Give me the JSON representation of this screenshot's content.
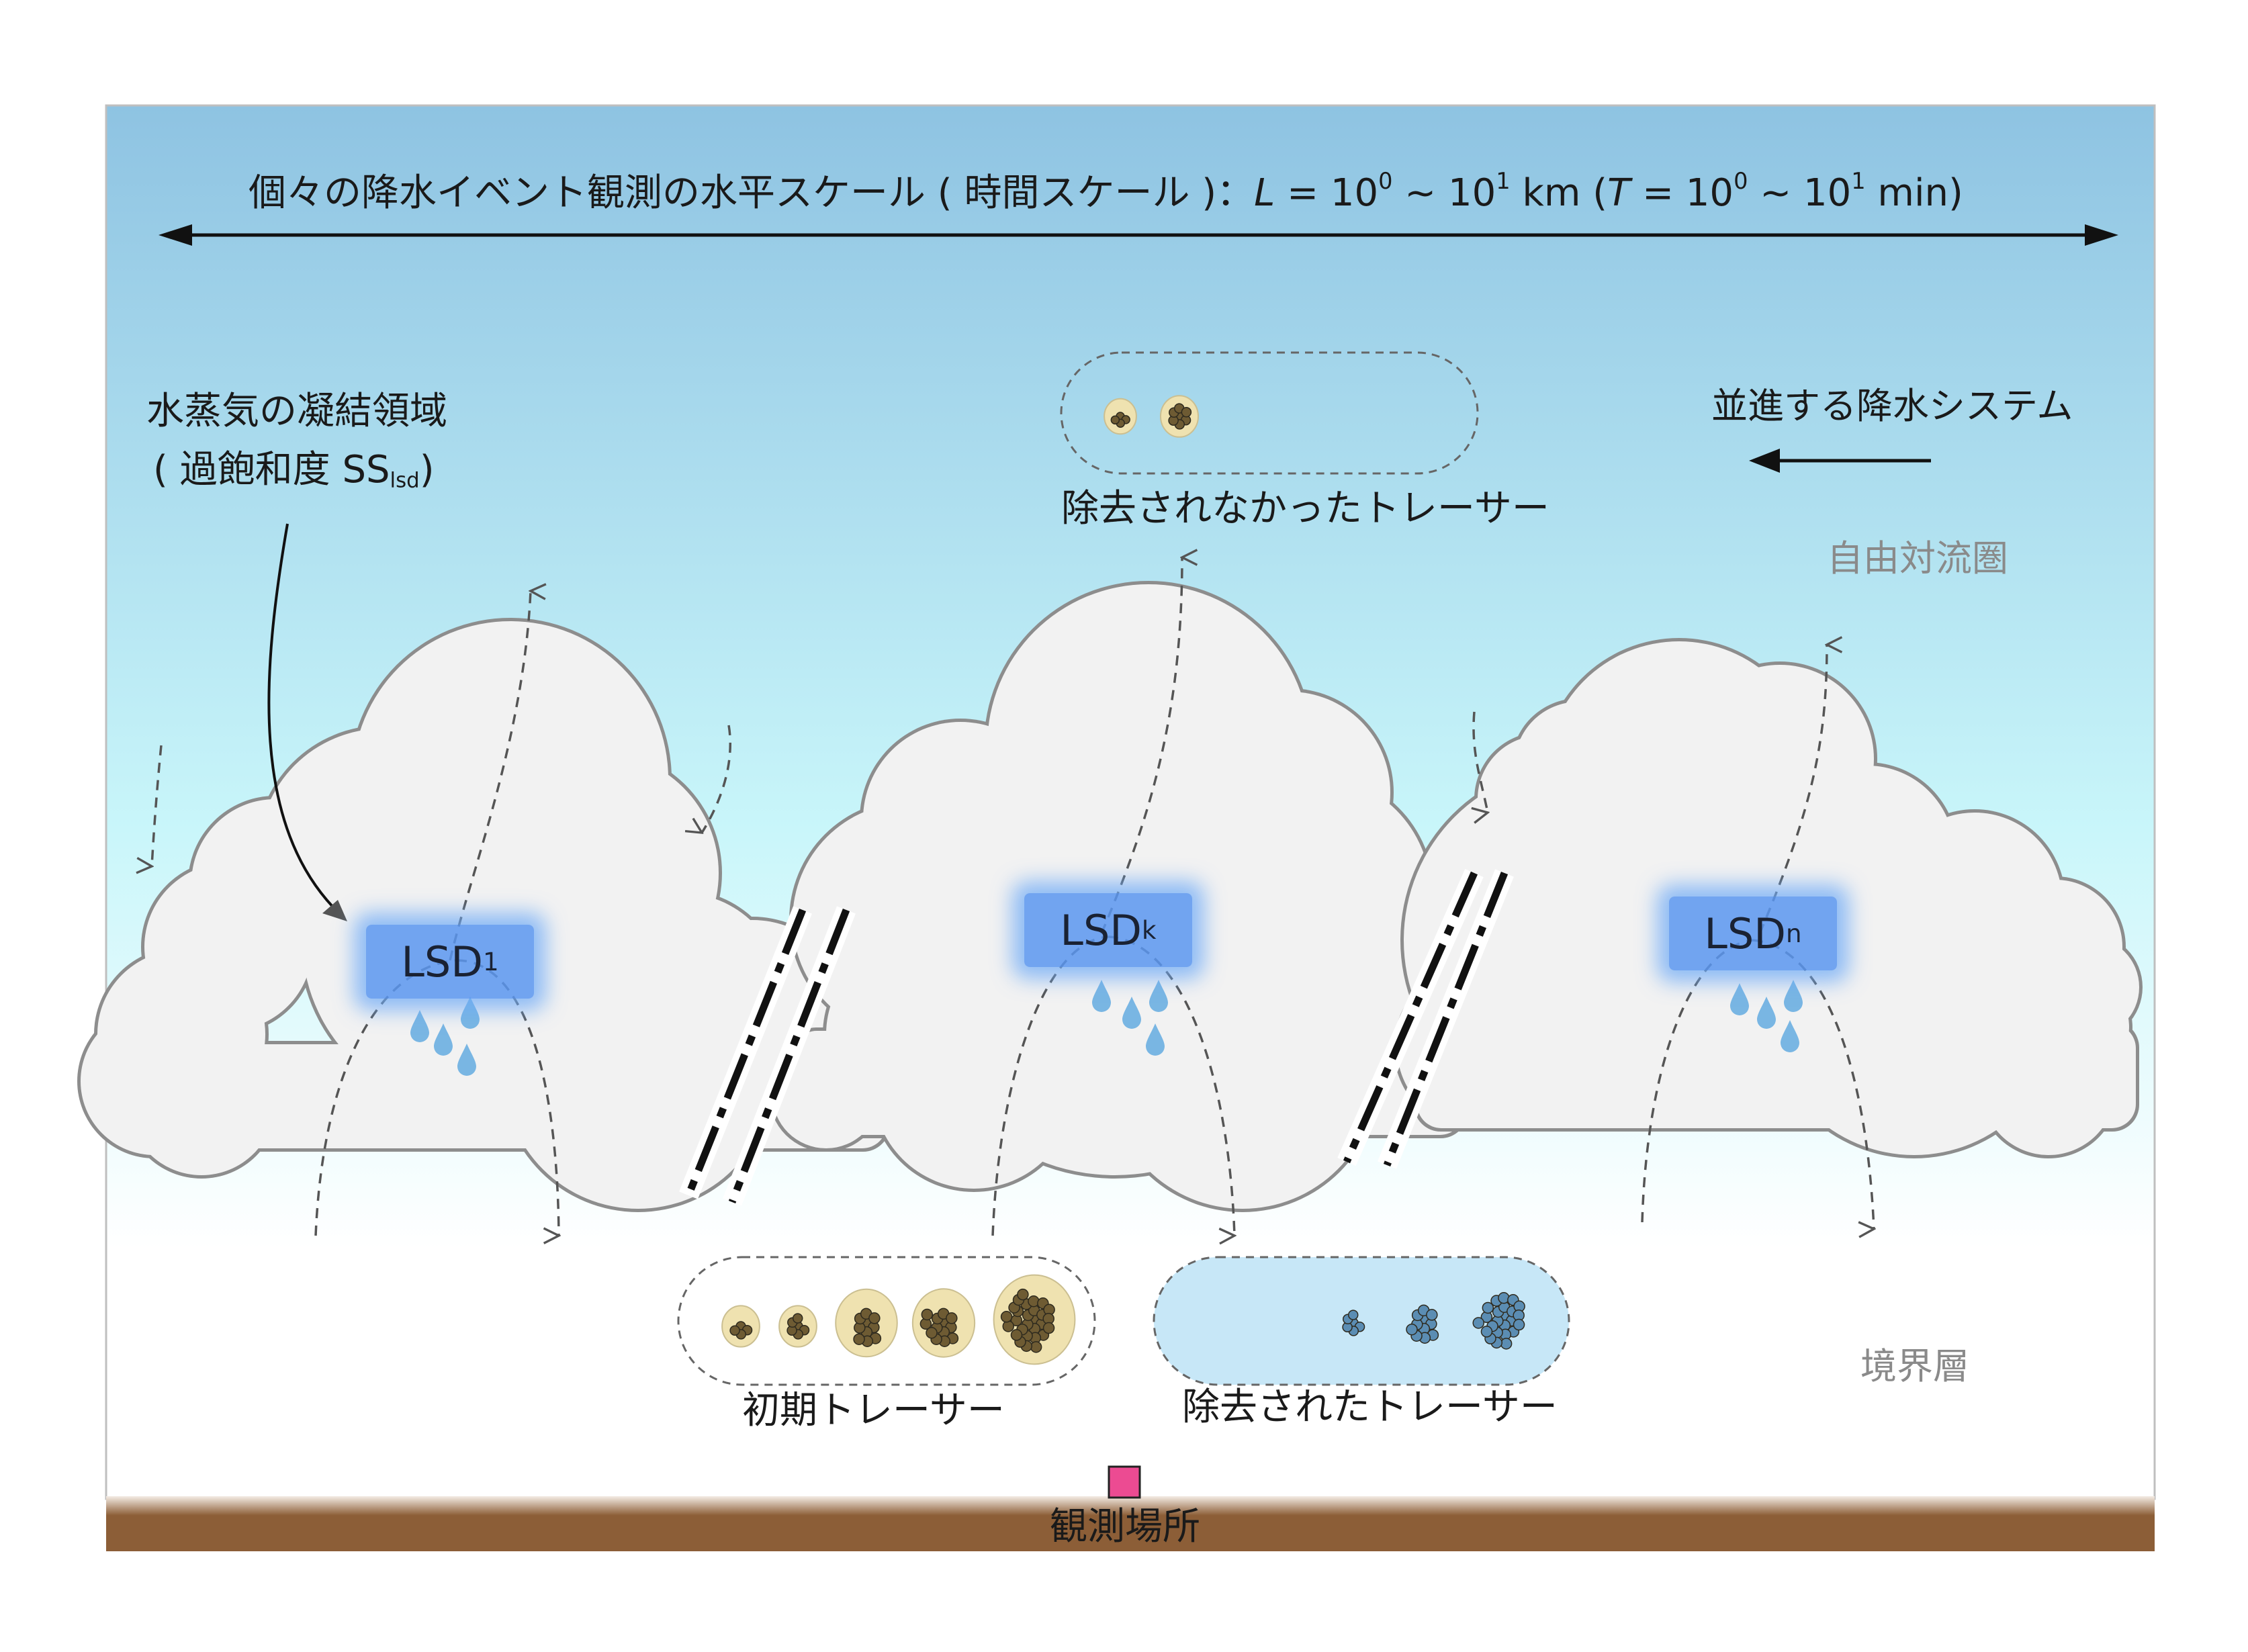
{
  "scale": {
    "prefix": "個々の降水イベント観測の水平スケール ( 時間スケール )：",
    "L_sym": "L",
    "eq1": " = 10",
    "sup0a": "0",
    "tilde1": " ~ 10",
    "sup1a": "1",
    "km": " km (",
    "T_sym": "T",
    "eq2": " = 10",
    "sup0b": "0",
    "tilde2": " ~ 10",
    "sup1b": "1",
    "min": " min)"
  },
  "condensation": {
    "line1": "水蒸気の凝結領域",
    "line2_prefix": "( 過飽和度 SS",
    "line2_sub": "lsd",
    "line2_suffix": ")"
  },
  "system_label": "並進する降水システム",
  "free_convection": "自由対流圏",
  "boundary_layer": "境界層",
  "not_removed_label": "除去されなかったトレーサー",
  "initial_label": "初期トレーサー",
  "removed_label": "除去されたトレーサー",
  "site_label": "観測場所",
  "lsd": [
    {
      "base": "LSD",
      "sup": "1"
    },
    {
      "base": "LSD",
      "sup": "k"
    },
    {
      "base": "LSD",
      "sup": "n"
    }
  ],
  "colors": {
    "sky_top": "#8ec3e2",
    "sky_mid": "#c9f6fa",
    "sky_bottom": "#ffffff",
    "cloud_fill": "#f2f2f2",
    "cloud_stroke": "#8d8d8d",
    "ground": "#8c5e37",
    "site_marker": "#ec4b92",
    "droplet": "#79b6e3",
    "tracer_brown": "#6e5b33",
    "tracer_blue": "#5b8db3",
    "coating": "#efe2b0"
  }
}
